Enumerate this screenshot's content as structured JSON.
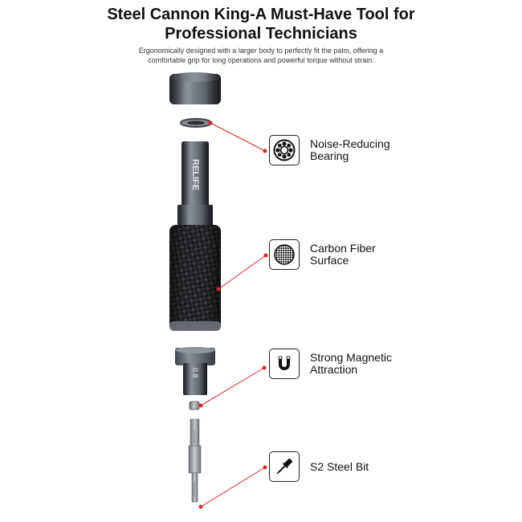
{
  "header": {
    "title_line1": "Steel Cannon King-A Must-Have Tool for",
    "title_line2": "Professional Technicians",
    "subtitle_line1": "Ergonomically designed with a larger body to perfectly fit the palm, offering a",
    "subtitle_line2": "comfortable grip for long operations and powerful torque without strain."
  },
  "product": {
    "brand_text": "RELIFE",
    "bit_size": "0.8"
  },
  "features": [
    {
      "icon": "bearing-icon",
      "line1": "Noise-Reducing",
      "line2": "Bearing"
    },
    {
      "icon": "carbon-fiber-icon",
      "line1": "Carbon Fiber",
      "line2": "Surface"
    },
    {
      "icon": "magnet-icon",
      "line1": "Strong Magnetic",
      "line2": "Attraction"
    },
    {
      "icon": "screwdriver-icon",
      "line1": "S2 Steel Bit",
      "line2": ""
    }
  ],
  "colors": {
    "leader_line": "#d9252a",
    "metal": "#5e646b",
    "carbon": "#1b1b1d",
    "text": "#111111"
  }
}
